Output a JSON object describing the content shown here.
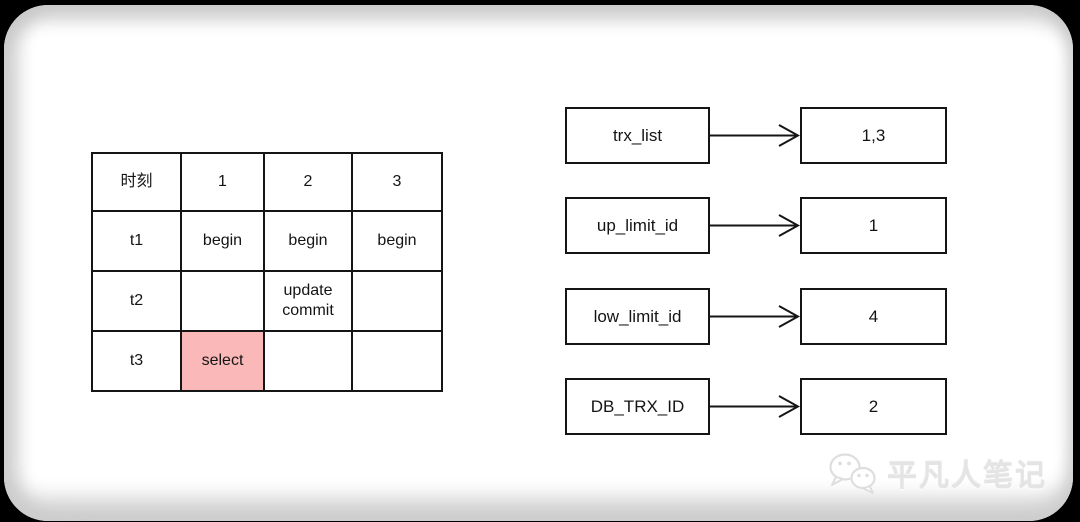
{
  "page": {
    "background": "#000000",
    "card_background": "#ffffff",
    "line_color": "#151515"
  },
  "timeline_table": {
    "columns": [
      "时刻",
      "1",
      "2",
      "3"
    ],
    "rows": [
      {
        "time": "t1",
        "cells": [
          {
            "text": "begin",
            "highlight": false
          },
          {
            "text": "begin",
            "highlight": false
          },
          {
            "text": "begin",
            "highlight": false
          }
        ]
      },
      {
        "time": "t2",
        "cells": [
          {
            "text": "",
            "highlight": false
          },
          {
            "text": "update\ncommit",
            "highlight": false
          },
          {
            "text": "",
            "highlight": false
          }
        ]
      },
      {
        "time": "t3",
        "cells": [
          {
            "text": "select",
            "highlight": true
          },
          {
            "text": "",
            "highlight": false
          },
          {
            "text": "",
            "highlight": false
          }
        ]
      }
    ],
    "highlight_color": "#fbb8b8"
  },
  "read_view_fields": [
    {
      "label": "trx_list",
      "value": "1,3"
    },
    {
      "label": "up_limit_id",
      "value": "1"
    },
    {
      "label": "low_limit_id",
      "value": "4"
    },
    {
      "label": "DB_TRX_ID",
      "value": "2"
    }
  ],
  "watermark": {
    "icon": "wechat-icon",
    "text": "平凡人笔记",
    "color": "#e4e4e4"
  }
}
